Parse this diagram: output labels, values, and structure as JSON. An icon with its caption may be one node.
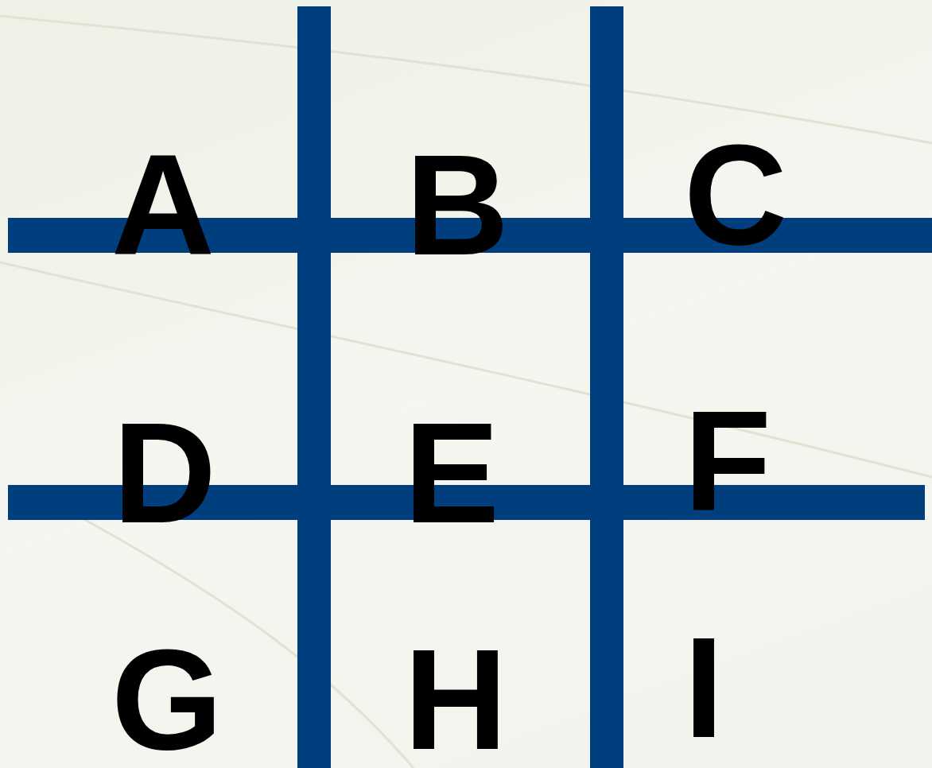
{
  "diagram": {
    "labels": [
      "A",
      "B",
      "C",
      "D",
      "E",
      "F",
      "G",
      "H",
      "I"
    ]
  }
}
